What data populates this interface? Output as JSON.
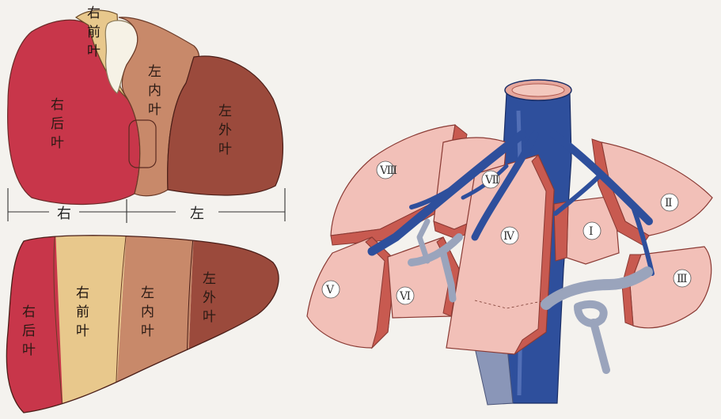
{
  "top_liver": {
    "labels": {
      "right_anterior": [
        "右",
        "前",
        "叶"
      ],
      "right_posterior": [
        "右",
        "后",
        "叶"
      ],
      "left_medial": [
        "左",
        "内",
        "叶"
      ],
      "left_lateral": [
        "左",
        "外",
        "叶"
      ]
    }
  },
  "divider": {
    "right": "右",
    "left": "左"
  },
  "bottom_liver": {
    "labels": {
      "right_posterior": [
        "右",
        "后",
        "叶"
      ],
      "right_anterior": [
        "右",
        "前",
        "叶"
      ],
      "left_medial": [
        "左",
        "内",
        "叶"
      ],
      "left_lateral": [
        "左",
        "外",
        "叶"
      ]
    }
  },
  "segments": {
    "s1": "Ⅰ",
    "s2": "Ⅱ",
    "s3": "Ⅲ",
    "s4": "Ⅳ",
    "s5": "Ⅴ",
    "s6": "Ⅵ",
    "s7": "Ⅶ",
    "s8": "Ⅷ"
  },
  "colors": {
    "right_posterior": "#c8364a",
    "right_anterior": "#e8c88c",
    "left_medial": "#c8896a",
    "left_lateral": "#9b4a3c",
    "vein": "#2e4f9c",
    "portal": "#9aa4bc",
    "segment_face": "#f2c0b8",
    "segment_dark": "#c85a50"
  }
}
